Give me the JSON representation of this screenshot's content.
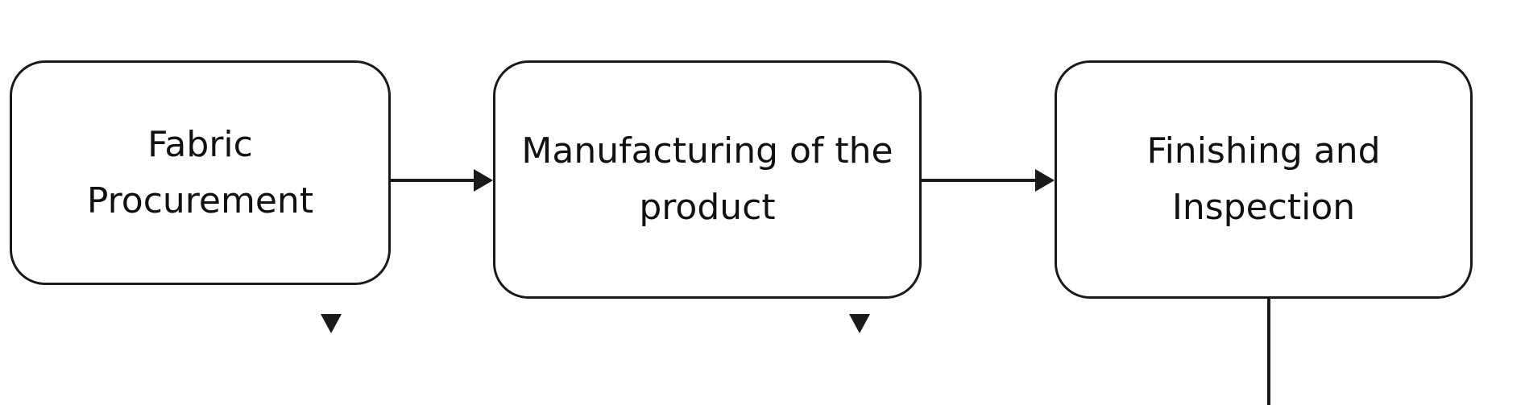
{
  "diagram": {
    "nodes": [
      {
        "id": "fabric",
        "label": "Fabric\nProcurement"
      },
      {
        "id": "manufacturing",
        "label": "Manufacturing of the\nproduct"
      },
      {
        "id": "finishing",
        "label": "Finishing and\nInspection"
      }
    ],
    "edges": [
      {
        "from": "fabric",
        "to": "manufacturing"
      },
      {
        "from": "manufacturing",
        "to": "finishing"
      }
    ]
  }
}
